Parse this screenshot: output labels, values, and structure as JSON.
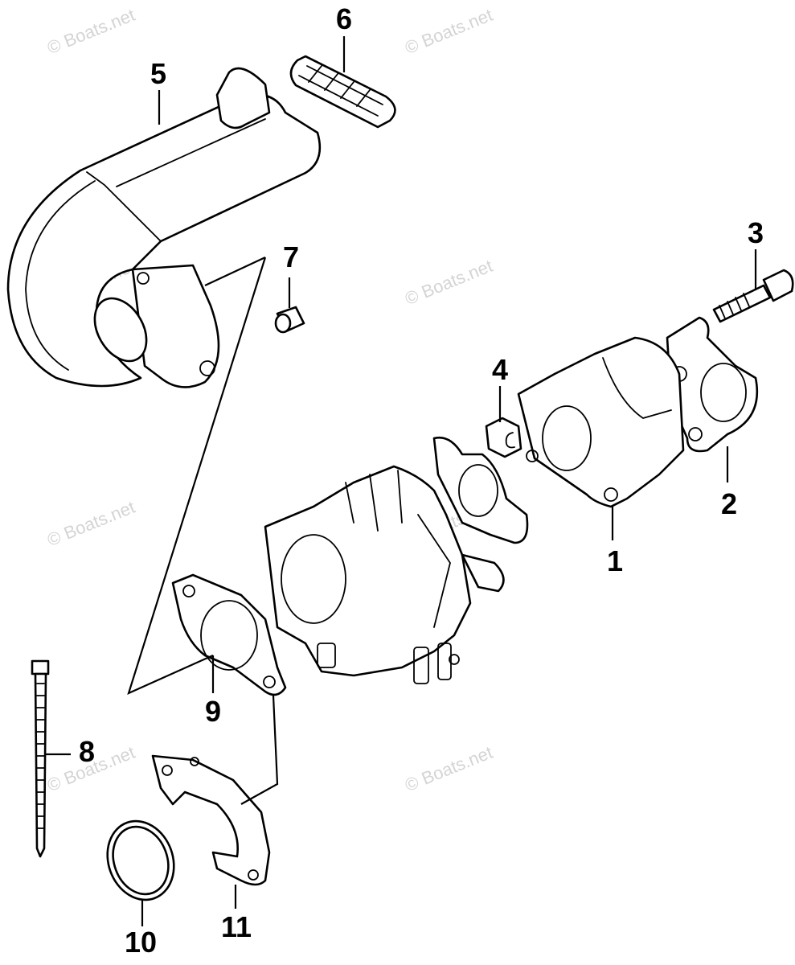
{
  "watermark": {
    "text": "© Boats.net"
  },
  "callouts": [
    {
      "number": "1"
    },
    {
      "number": "2"
    },
    {
      "number": "3"
    },
    {
      "number": "4"
    },
    {
      "number": "5"
    },
    {
      "number": "6"
    },
    {
      "number": "7"
    },
    {
      "number": "8"
    },
    {
      "number": "9"
    },
    {
      "number": "10"
    },
    {
      "number": "11"
    }
  ],
  "colors": {
    "line": "#000000",
    "background": "#ffffff",
    "watermark": "#d4d4d4"
  }
}
